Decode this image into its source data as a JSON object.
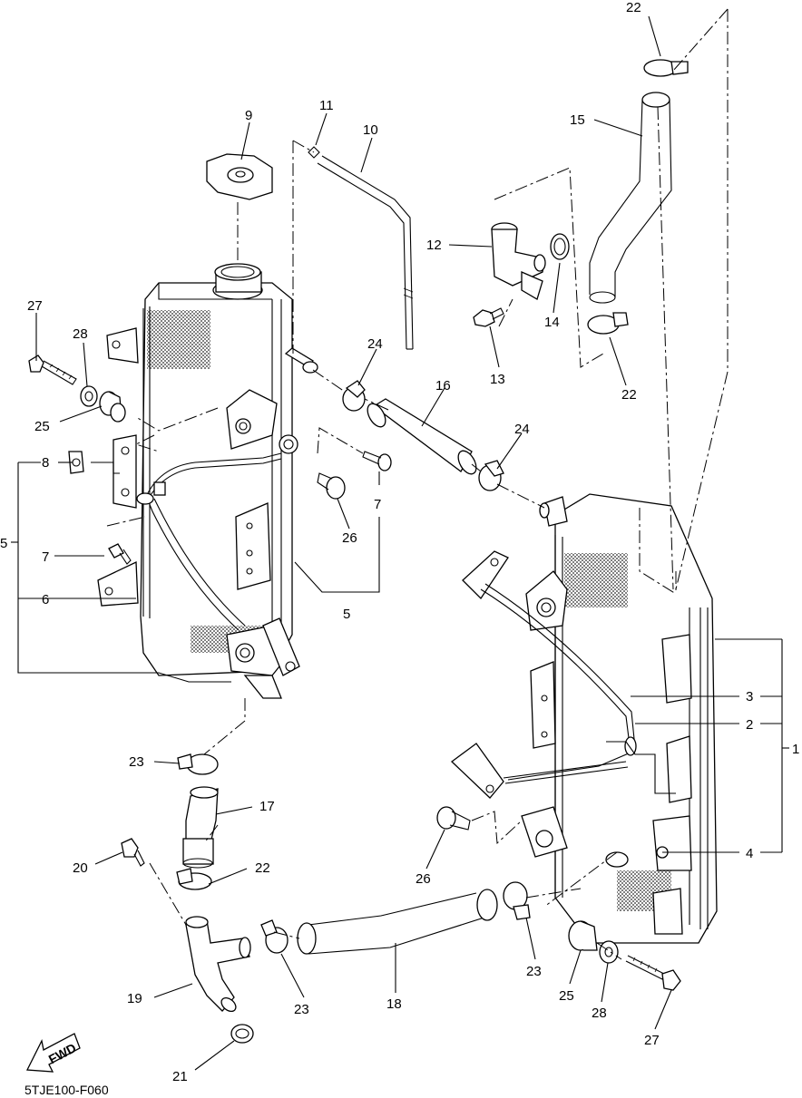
{
  "diagram": {
    "code": "5TJE100-F060",
    "fwd_label": "FWD",
    "callouts": [
      {
        "id": "c22a",
        "text": "22"
      },
      {
        "id": "c11",
        "text": "11"
      },
      {
        "id": "c10",
        "text": "10"
      },
      {
        "id": "c9",
        "text": "9"
      },
      {
        "id": "c15",
        "text": "15"
      },
      {
        "id": "c12",
        "text": "12"
      },
      {
        "id": "c14",
        "text": "14"
      },
      {
        "id": "c13",
        "text": "13"
      },
      {
        "id": "c22b",
        "text": "22"
      },
      {
        "id": "c27a",
        "text": "27"
      },
      {
        "id": "c28a",
        "text": "28"
      },
      {
        "id": "c24a",
        "text": "24"
      },
      {
        "id": "c16",
        "text": "16"
      },
      {
        "id": "c25a",
        "text": "25"
      },
      {
        "id": "c24b",
        "text": "24"
      },
      {
        "id": "c8",
        "text": "8"
      },
      {
        "id": "c5a",
        "text": "5"
      },
      {
        "id": "c7a",
        "text": "7"
      },
      {
        "id": "c26a",
        "text": "26"
      },
      {
        "id": "c7b",
        "text": "7"
      },
      {
        "id": "c6",
        "text": "6"
      },
      {
        "id": "c5b",
        "text": "5"
      },
      {
        "id": "c3",
        "text": "3"
      },
      {
        "id": "c2",
        "text": "2"
      },
      {
        "id": "c1",
        "text": "1"
      },
      {
        "id": "c23a",
        "text": "23"
      },
      {
        "id": "c17",
        "text": "17"
      },
      {
        "id": "c4",
        "text": "4"
      },
      {
        "id": "c20",
        "text": "20"
      },
      {
        "id": "c22c",
        "text": "22"
      },
      {
        "id": "c26b",
        "text": "26"
      },
      {
        "id": "c19",
        "text": "19"
      },
      {
        "id": "c23b",
        "text": "23"
      },
      {
        "id": "c18",
        "text": "18"
      },
      {
        "id": "c23c",
        "text": "23"
      },
      {
        "id": "c25b",
        "text": "25"
      },
      {
        "id": "c28b",
        "text": "28"
      },
      {
        "id": "c27b",
        "text": "27"
      },
      {
        "id": "c21",
        "text": "21"
      }
    ]
  }
}
